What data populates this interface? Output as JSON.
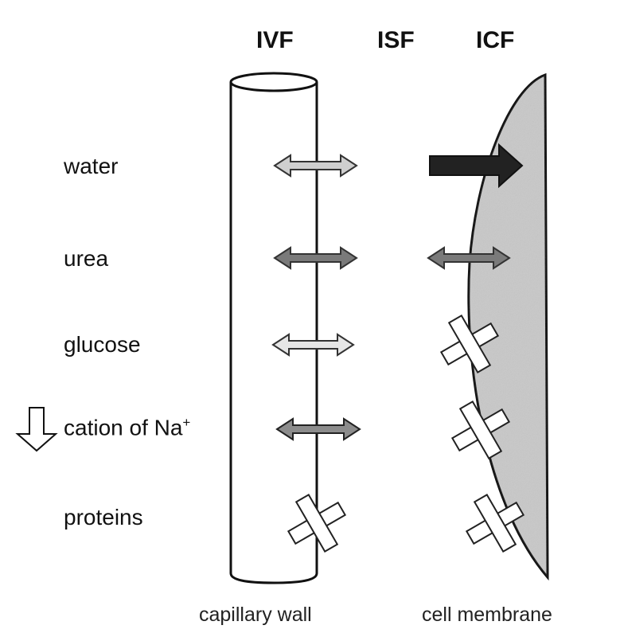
{
  "headers": {
    "ivf": "IVF",
    "isf": "ISF",
    "icf": "ICF"
  },
  "rows": [
    {
      "label": "water"
    },
    {
      "label": "urea"
    },
    {
      "label": "glucose"
    },
    {
      "label": "cation of Na",
      "sup": "+"
    },
    {
      "label": "proteins"
    }
  ],
  "captions": {
    "capillary": "capillary wall",
    "membrane": "cell membrane"
  },
  "colors": {
    "outline": "#111111",
    "cell_fill": "#c8c8c8",
    "arrow_dark": "#222222",
    "arrow_mid": "#7a7a7a",
    "arrow_light": "#e6e6e6",
    "arrow_speckle": "#9a9a9a"
  },
  "icons": {
    "decrease_indicator": "down-arrow-outline"
  }
}
